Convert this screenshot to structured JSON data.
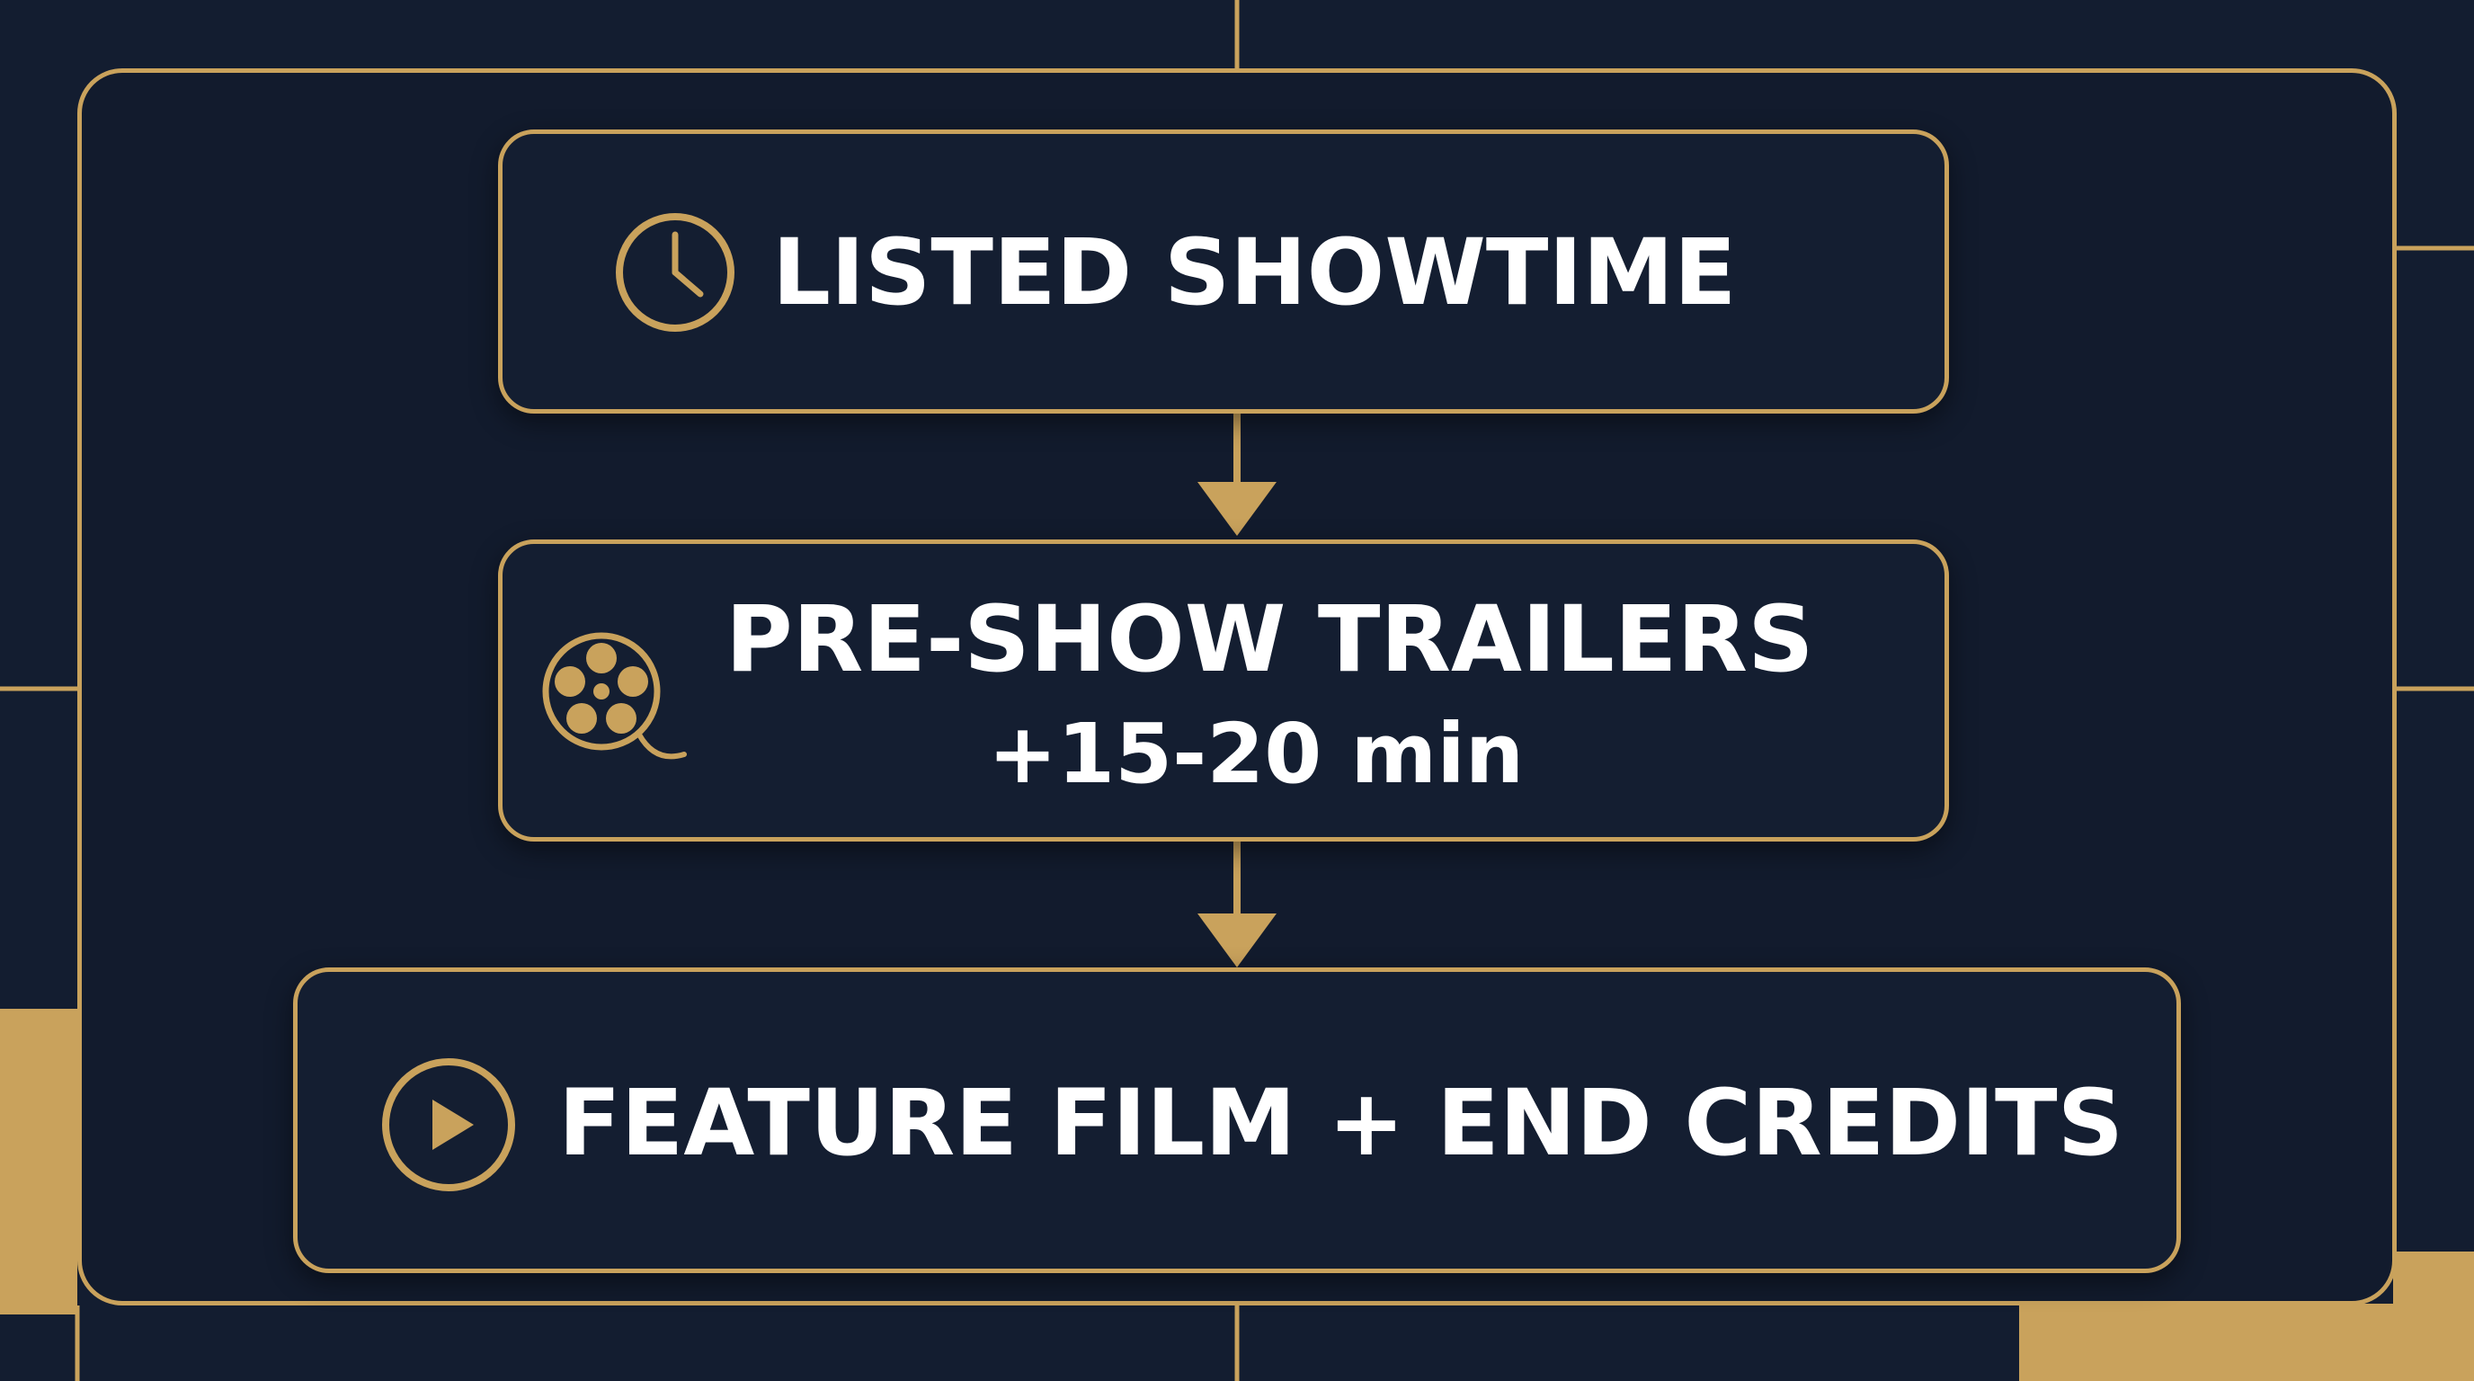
{
  "colors": {
    "background": "#131d30",
    "panel": "#121b2d",
    "accent_gold": "#c9a25c",
    "text": "#ffffff"
  },
  "steps": [
    {
      "label": "LISTED SHOWTIME",
      "icon": "clock-icon"
    },
    {
      "label": "PRE-SHOW TRAILERS",
      "sublabel": "+15-20 min",
      "icon": "film-reel-icon"
    },
    {
      "label": "FEATURE FILM + END CREDITS",
      "icon": "play-icon"
    }
  ]
}
